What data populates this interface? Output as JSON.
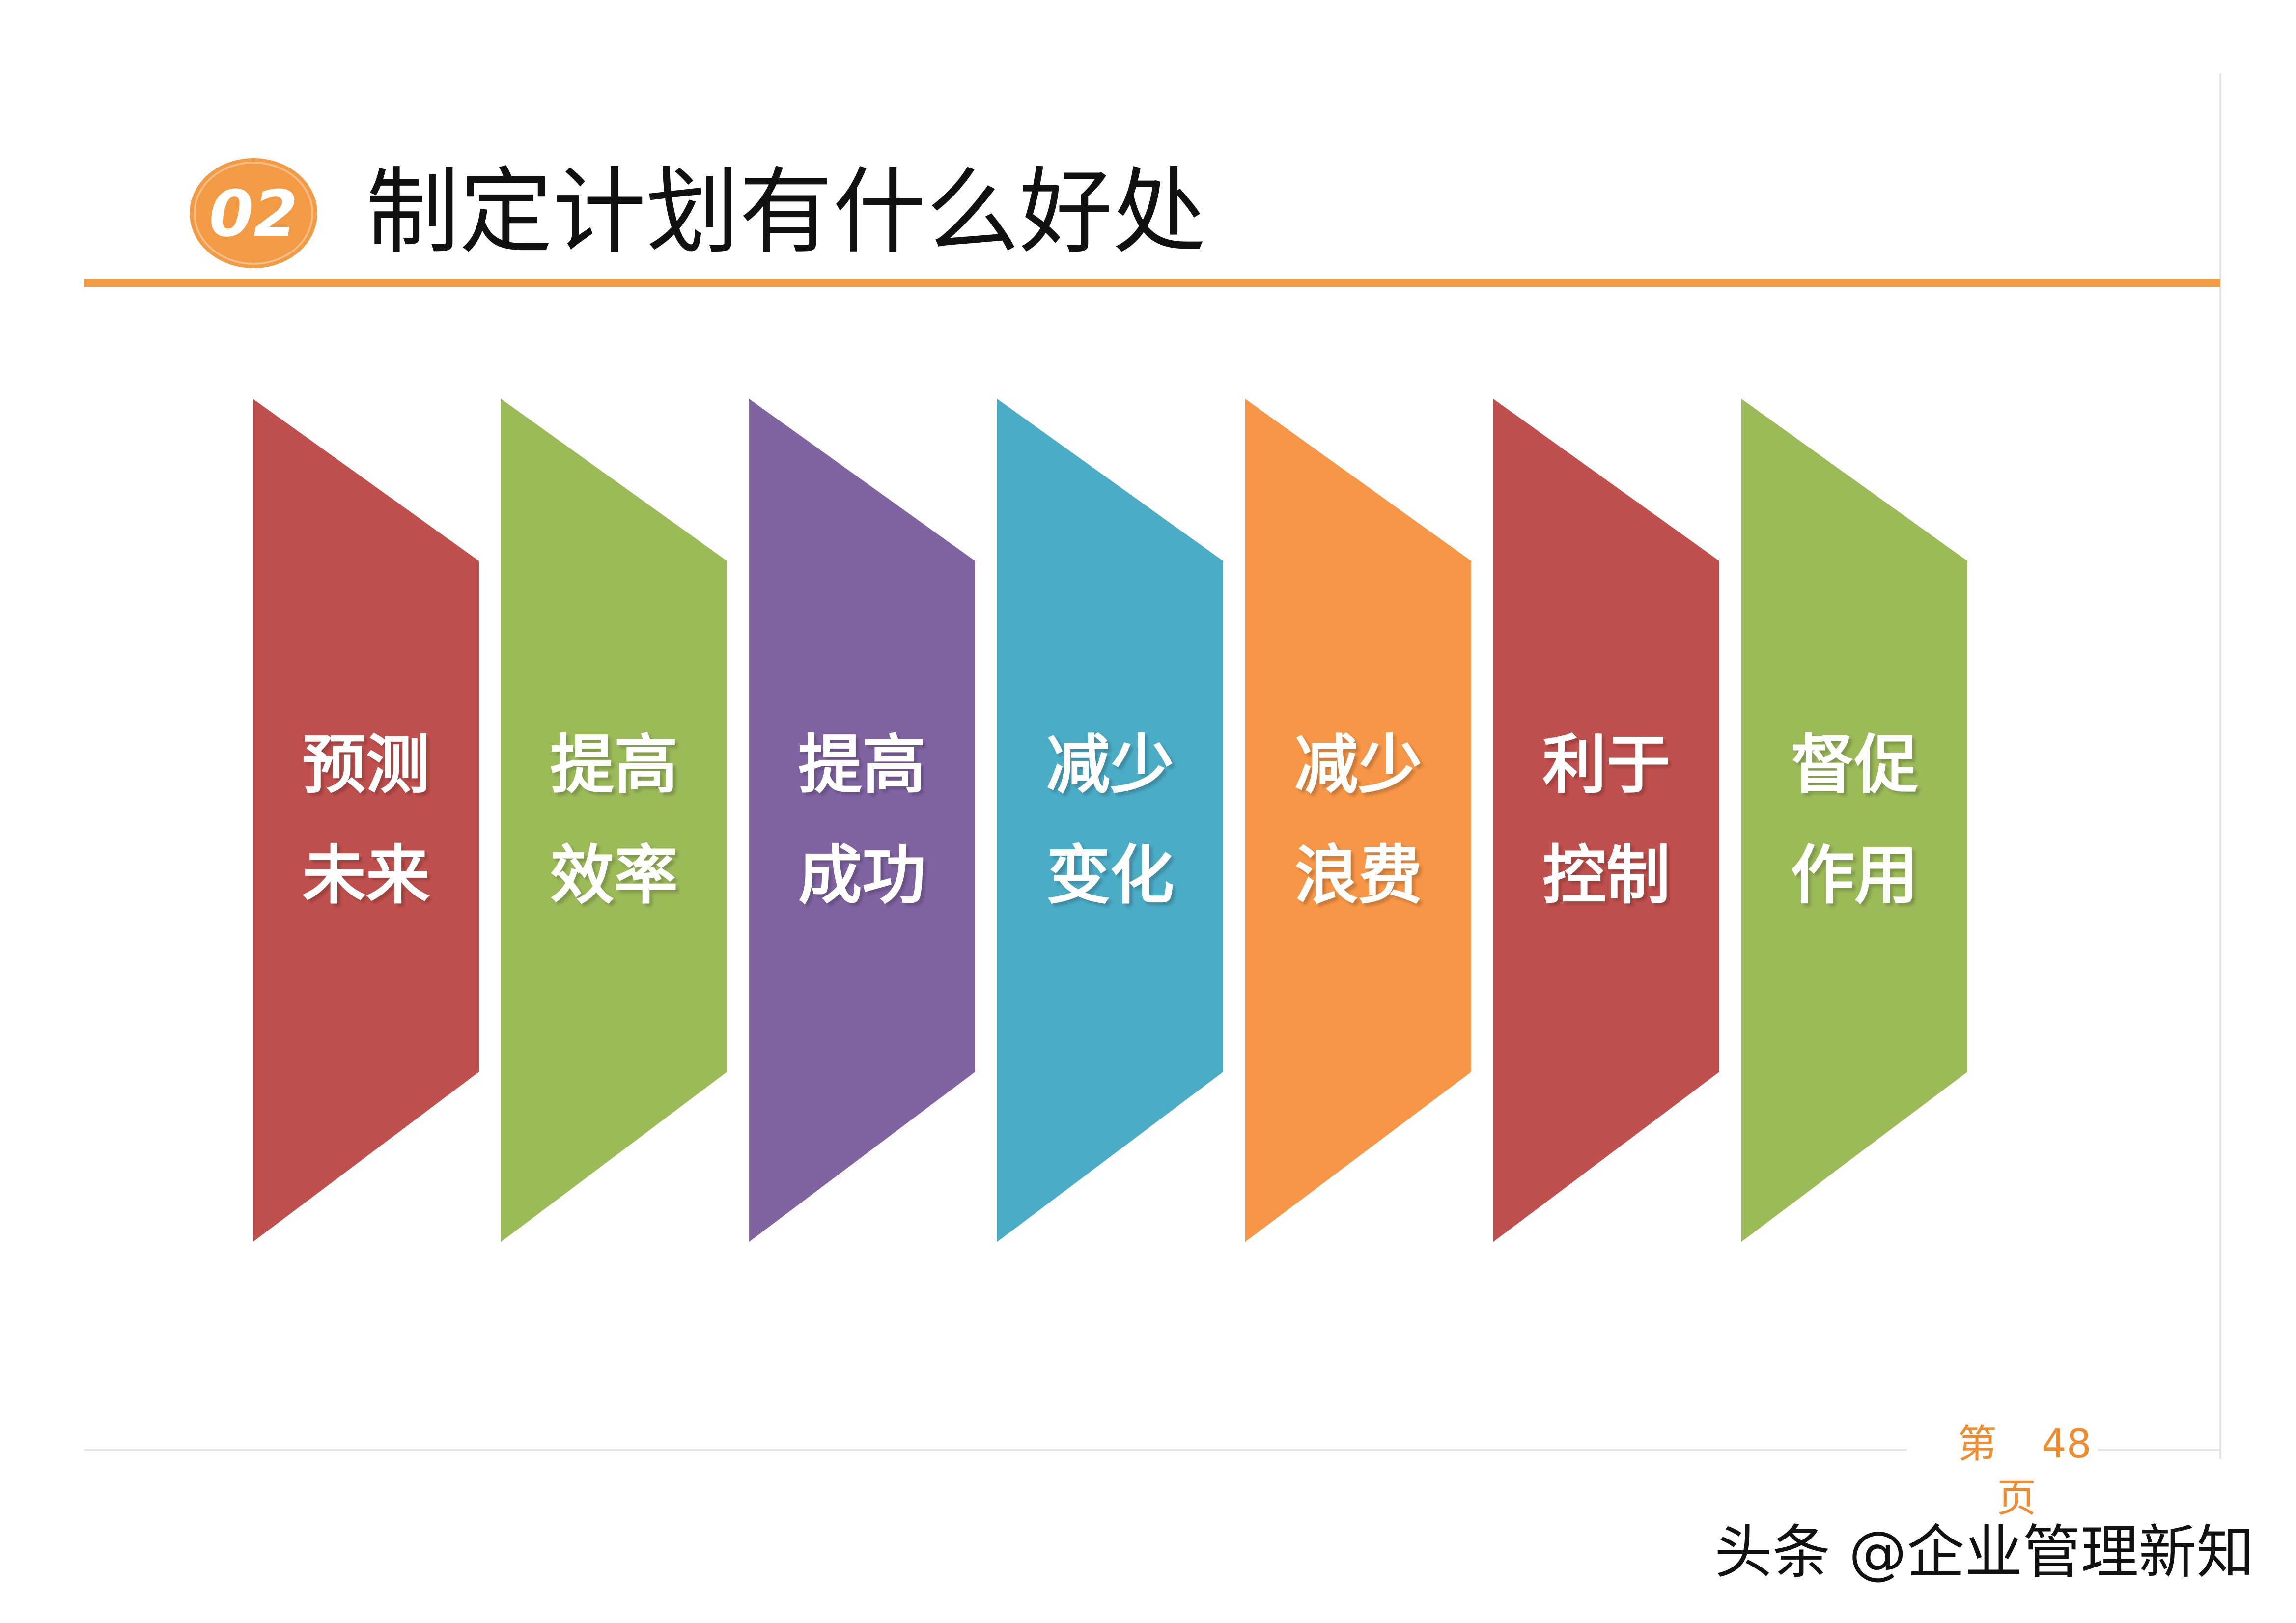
{
  "slide": {
    "badge_number": "02",
    "title": "制定计划有什么好处",
    "page_prefix": "第",
    "page_number": "48",
    "page_suffix": "页",
    "watermark": "头条 @企业管理新知"
  },
  "benefits": [
    {
      "line1": "预测",
      "line2": "未来",
      "color": "#c0504d"
    },
    {
      "line1": "提高",
      "line2": "效率",
      "color": "#9bbb59"
    },
    {
      "line1": "提高",
      "line2": "成功",
      "color": "#8064a2"
    },
    {
      "line1": "减少",
      "line2": "变化",
      "color": "#4bacc6"
    },
    {
      "line1": "减少",
      "line2": "浪费",
      "color": "#f79646"
    },
    {
      "line1": "利于",
      "line2": "控制",
      "color": "#c0504d"
    },
    {
      "line1": "督促",
      "line2": "作用",
      "color": "#9bbb59"
    }
  ],
  "colors": {
    "accent": "#f39a45",
    "page_number": "#f08c2e"
  }
}
